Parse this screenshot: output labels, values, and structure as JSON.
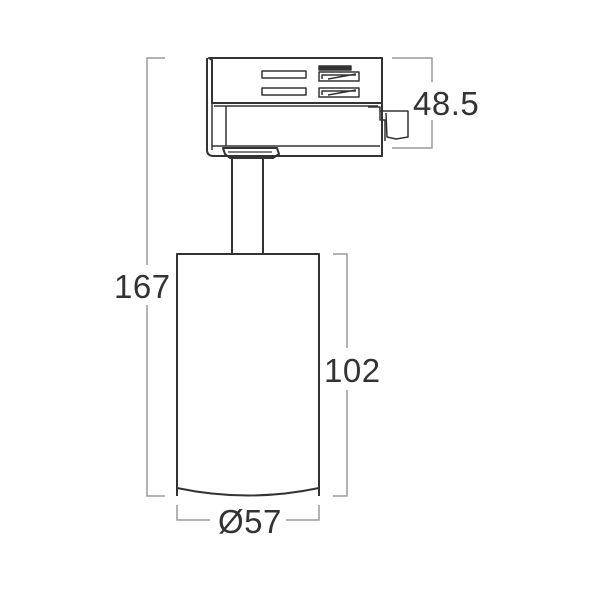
{
  "drawing": {
    "subject": "track spotlight dimension drawing",
    "units": "mm",
    "line_color": "#333333",
    "dim_line_color": "#9a9a9a"
  },
  "dimensions": {
    "overall_height": "167",
    "adapter_height": "48.5",
    "body_height": "102",
    "body_diameter": "Ø57"
  }
}
